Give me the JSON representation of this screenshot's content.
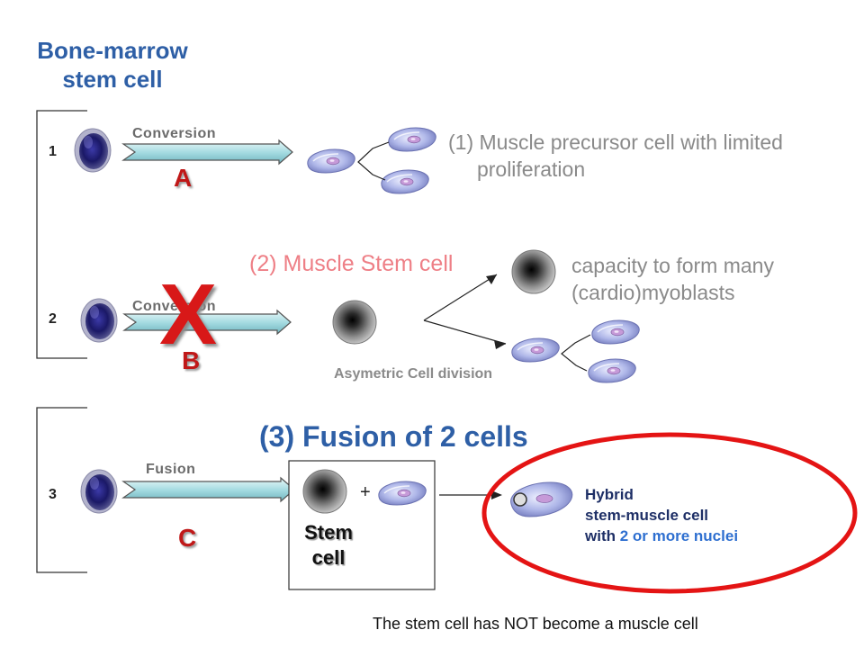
{
  "title": "Bone-marrow\nstem cell",
  "rows": [
    {
      "number": "1",
      "arrow_label": "Conversion",
      "letter": "A"
    },
    {
      "number": "2",
      "arrow_label": "Conversion",
      "letter": "B"
    },
    {
      "number": "3",
      "arrow_label": "Fusion",
      "letter": "C"
    }
  ],
  "outcome1": "(1) Muscle precursor cell with limited\n     proliferation",
  "outcome2_title": "(2) Muscle Stem cell",
  "outcome2_capacity": "capacity to form many\n(cardio)myoblasts",
  "asym_label": "Asymetric Cell division",
  "cross_mark": "X",
  "outcome3_title": "(3) Fusion of 2 cells",
  "stem_cell_label": "Stem\ncell",
  "plus_sign": "+",
  "hybrid": {
    "line1": "Hybrid",
    "line2": "stem-muscle cell",
    "line3_prefix": "with ",
    "line3_highlight": "2 or more nuclei"
  },
  "footnote": "The stem cell has NOT become a muscle cell",
  "colors": {
    "title_blue": "#2e5fa6",
    "letter_red": "#c01818",
    "pink": "#ee7f86",
    "oval_red": "#e41414"
  }
}
